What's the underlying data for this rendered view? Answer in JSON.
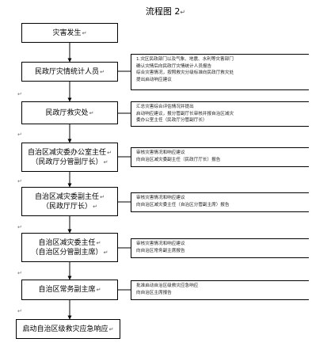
{
  "title": "流程图 2",
  "return_mark": "↵",
  "boxes": [
    {
      "label": "灾害发生"
    },
    {
      "label": "民政厅灾情统计人员"
    },
    {
      "label": "民政厅救灾处"
    },
    {
      "label": "自治区减灾委办公室主任",
      "label2": "（民政厅分管副厅长）"
    },
    {
      "label": "自治区减灾委副主任",
      "label2": "（民政厅厅长）"
    },
    {
      "label": "自治区减灾委主任",
      "label2": "（自治区分管副主席）"
    },
    {
      "label": "自治区常务副主席"
    },
    {
      "label": "启动自治区级救灾应急响应"
    }
  ],
  "notes": [
    [
      "1.灾区民政部门以及气象、地震、水利等灾害部门",
      "确认灾情后向民政厅灾情统计人员报告",
      "综合灾害情况，按照救灾分级标准向民政厅救灾处",
      "提出启动响应建议"
    ],
    [
      "汇总灾害综合评估情况并提出",
      "启动响应建议，报分管副厅长审核并报自治区减灾",
      "委办公室主任（民政厅分管副厅长）"
    ],
    [
      "审核灾害情况和响应建议",
      "向自治区减灾委副主任（民政厅厅长）报告"
    ],
    [
      "审核灾害情况和响应建议",
      "向自治区减灾委主任（自治区分管副主席）报告"
    ],
    [
      "审核灾害情况和响应建议",
      "向自治区常务副主席报告"
    ],
    [
      "批准启动自治区级救灾应急响应",
      "向自治区主席报告"
    ]
  ]
}
